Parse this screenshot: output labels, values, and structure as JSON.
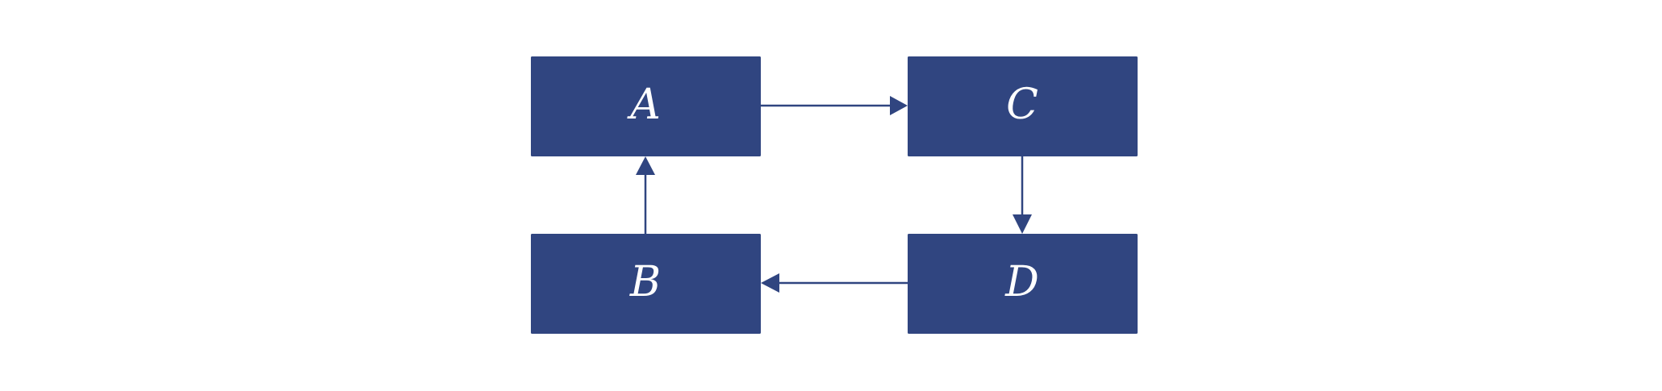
{
  "diagram": {
    "type": "flow",
    "colors": {
      "node_fill": "#304580",
      "node_text": "#ffffff",
      "edge": "#304580",
      "background": "#ffffff"
    },
    "nodes": [
      {
        "id": "A",
        "label": "A"
      },
      {
        "id": "B",
        "label": "B"
      },
      {
        "id": "C",
        "label": "C"
      },
      {
        "id": "D",
        "label": "D"
      }
    ],
    "edges": [
      {
        "from": "A",
        "to": "C"
      },
      {
        "from": "C",
        "to": "D"
      },
      {
        "from": "D",
        "to": "B"
      },
      {
        "from": "B",
        "to": "A"
      }
    ]
  }
}
